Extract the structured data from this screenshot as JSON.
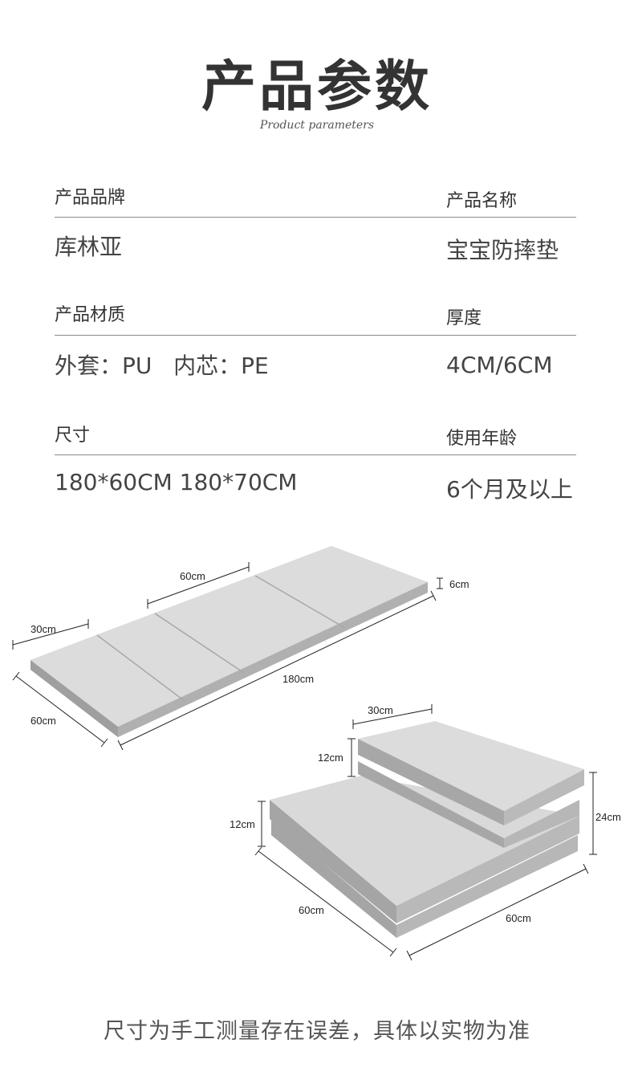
{
  "header": {
    "title": "产品参数",
    "subtitle": "Product parameters"
  },
  "params": [
    {
      "label": "产品品牌",
      "value": "库林亚"
    },
    {
      "label": "产品名称",
      "value": "宝宝防摔垫"
    },
    {
      "label": "产品材质",
      "value": "外套：PU   内芯：PE"
    },
    {
      "label": "厚度",
      "value": "4CM/6CM"
    },
    {
      "label": "尺寸",
      "value": "180*60CM 180*70CM"
    },
    {
      "label": "使用年龄",
      "value": "6个月及以上"
    }
  ],
  "diagram": {
    "flat": {
      "width_top": "60cm",
      "thickness": "6cm",
      "panel": "30cm",
      "length": "180cm",
      "width_side": "60cm"
    },
    "folded": {
      "panel": "30cm",
      "step_top": "12cm",
      "step_bottom": "12cm",
      "total": "24cm",
      "depth": "60cm",
      "width": "60cm"
    }
  },
  "footer": "尺寸为手工测量存在误差，具体以实物为准"
}
